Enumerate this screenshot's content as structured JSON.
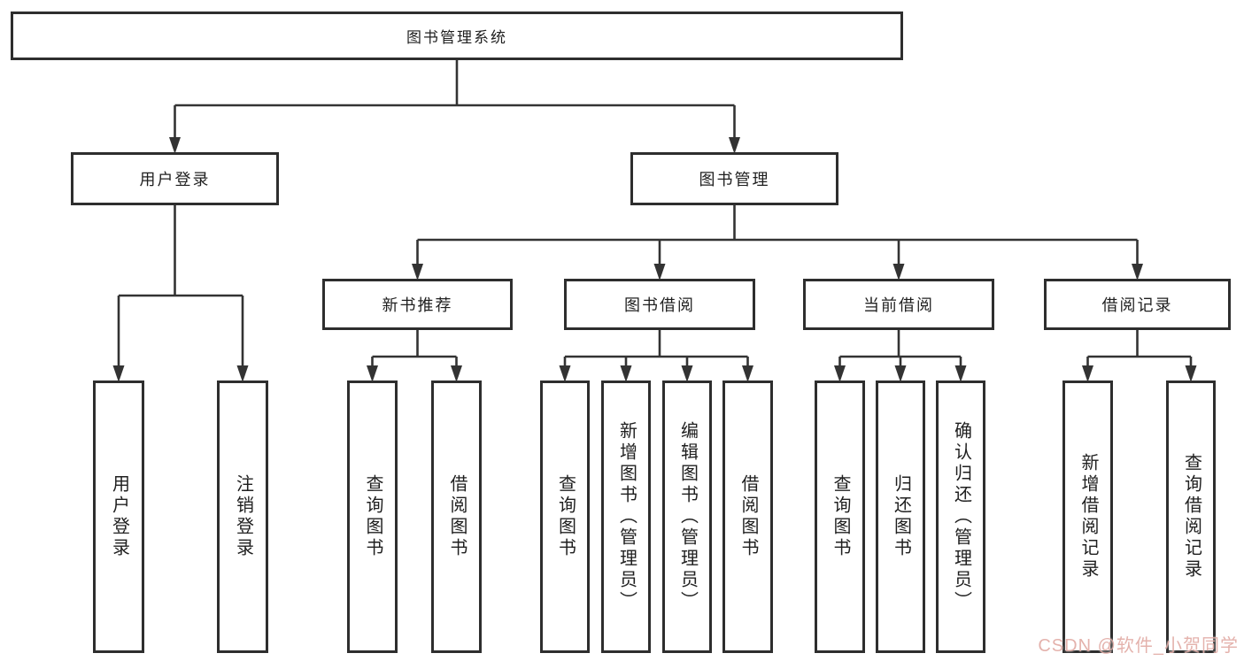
{
  "diagram": {
    "title": "图书管理系统",
    "nodes": [
      {
        "id": "root",
        "label": "图书管理系统"
      },
      {
        "id": "user-login",
        "label": "用户登录"
      },
      {
        "id": "book-mgmt",
        "label": "图书管理"
      },
      {
        "id": "new-book-rec",
        "label": "新书推荐"
      },
      {
        "id": "book-borrow",
        "label": "图书借阅"
      },
      {
        "id": "current-borrow",
        "label": "当前借阅"
      },
      {
        "id": "borrow-records",
        "label": "借阅记录"
      },
      {
        "id": "leaf-user-login",
        "label": "用户登录"
      },
      {
        "id": "leaf-logout",
        "label": "注销登录"
      },
      {
        "id": "nb-query",
        "label": "查询图书"
      },
      {
        "id": "nb-borrow",
        "label": "借阅图书"
      },
      {
        "id": "bb-query",
        "label": "查询图书"
      },
      {
        "id": "bb-add",
        "label": "新增图书（管理员）"
      },
      {
        "id": "bb-edit",
        "label": "编辑图书（管理员）"
      },
      {
        "id": "bb-borrow",
        "label": "借阅图书"
      },
      {
        "id": "cb-query",
        "label": "查询图书"
      },
      {
        "id": "cb-return",
        "label": "归还图书"
      },
      {
        "id": "cb-confirm",
        "label": "确认归还（管理员）"
      },
      {
        "id": "br-add",
        "label": "新增借阅记录"
      },
      {
        "id": "br-query",
        "label": "查询借阅记录"
      }
    ],
    "edges": [
      {
        "from": "root",
        "to": [
          "user-login",
          "book-mgmt"
        ]
      },
      {
        "from": "user-login",
        "to": [
          "leaf-user-login",
          "leaf-logout"
        ]
      },
      {
        "from": "book-mgmt",
        "to": [
          "new-book-rec",
          "book-borrow",
          "current-borrow",
          "borrow-records"
        ]
      },
      {
        "from": "new-book-rec",
        "to": [
          "nb-query",
          "nb-borrow"
        ]
      },
      {
        "from": "book-borrow",
        "to": [
          "bb-query",
          "bb-add",
          "bb-edit",
          "bb-borrow"
        ]
      },
      {
        "from": "current-borrow",
        "to": [
          "cb-query",
          "cb-return",
          "cb-confirm"
        ]
      },
      {
        "from": "borrow-records",
        "to": [
          "br-add",
          "br-query"
        ]
      }
    ],
    "colors": {
      "line": "#333333",
      "box_border": "#2e2e2e",
      "box_fill": "#ffffff",
      "text": "#1f1f1f",
      "watermark": "#E2ACA6",
      "background": "#ffffff"
    }
  },
  "watermark": {
    "text": "CSDN @软件_小贺同学"
  }
}
